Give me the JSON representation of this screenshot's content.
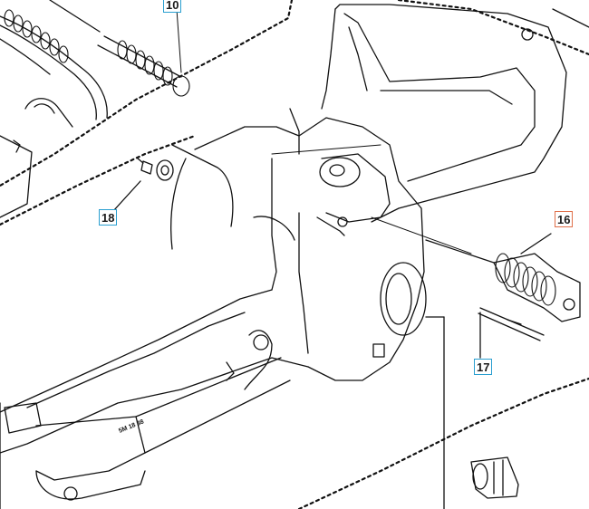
{
  "callouts": [
    {
      "id": "10",
      "label": "10",
      "color": "#2a9fd0"
    },
    {
      "id": "16",
      "label": "16",
      "color": "#e0704a"
    },
    {
      "id": "17",
      "label": "17",
      "color": "#2a9fd0"
    },
    {
      "id": "18",
      "label": "18",
      "color": "#2a9fd0"
    }
  ],
  "embossed_text": "5M 18 38",
  "colors": {
    "line": "#111111",
    "blue_box": "#2a9fd0",
    "red_box": "#e0704a",
    "background": "#ffffff"
  }
}
